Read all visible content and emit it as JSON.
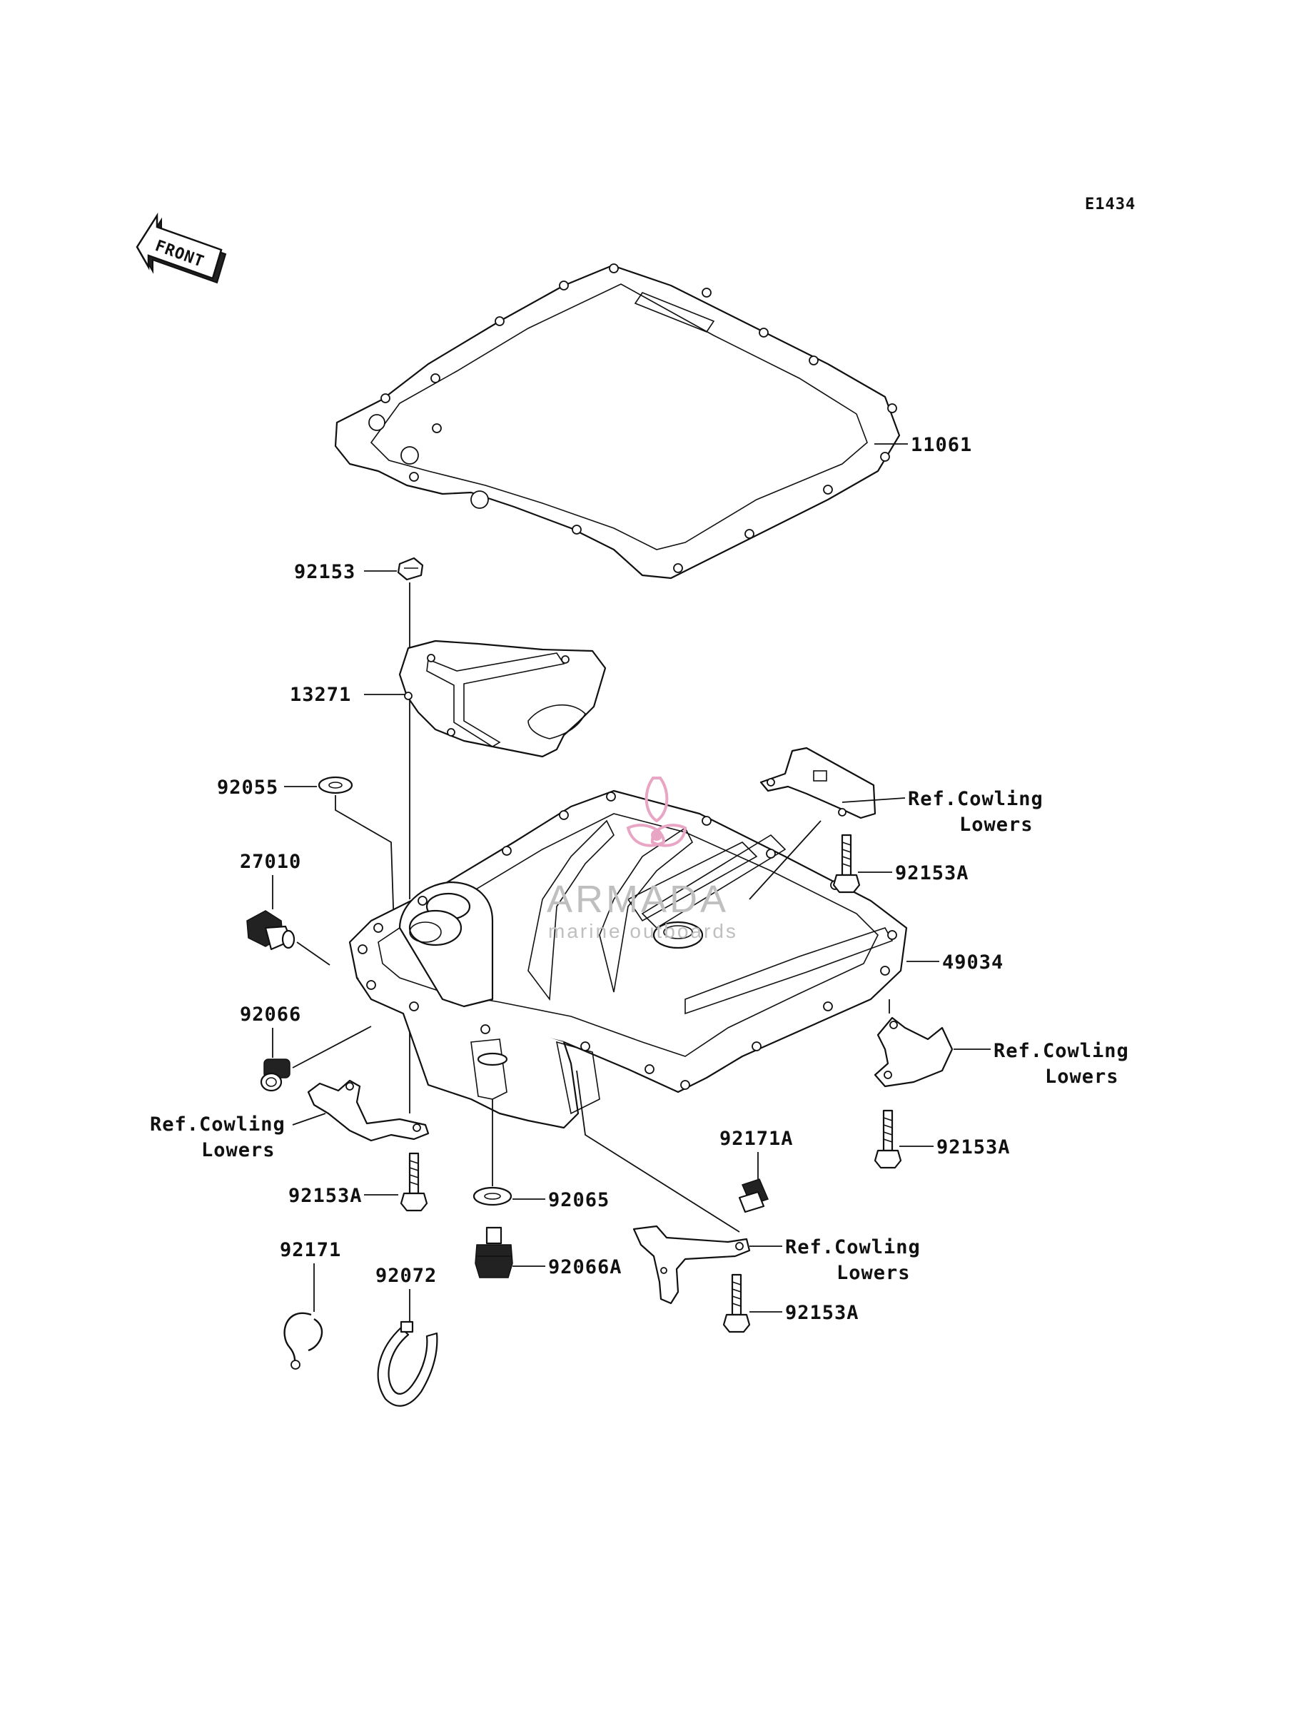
{
  "diagram_code": "E1434",
  "front_label": "FRONT",
  "watermark": {
    "brand": "ARMADA",
    "tagline": "marine outboards",
    "accent_color": "#e8a6c4"
  },
  "labels": {
    "p11061": "11061",
    "p92153": "92153",
    "p13271": "13271",
    "p92055": "92055",
    "p27010": "27010",
    "p92066": "92066",
    "p49034": "49034",
    "p92153A_r1": "92153A",
    "p92153A_r2": "92153A",
    "p92153A_l": "92153A",
    "p92153A_b": "92153A",
    "p92171A": "92171A",
    "p92065": "92065",
    "p92066A": "92066A",
    "p92171": "92171",
    "p92072": "92072"
  },
  "refs": {
    "r1": {
      "line1": "Ref.Cowling",
      "line2": "Lowers"
    },
    "r2": {
      "line1": "Ref.Cowling",
      "line2": "Lowers"
    },
    "r3": {
      "line1": "Ref.Cowling",
      "line2": "Lowers"
    },
    "r4": {
      "line1": "Ref.Cowling",
      "line2": "Lowers"
    }
  }
}
